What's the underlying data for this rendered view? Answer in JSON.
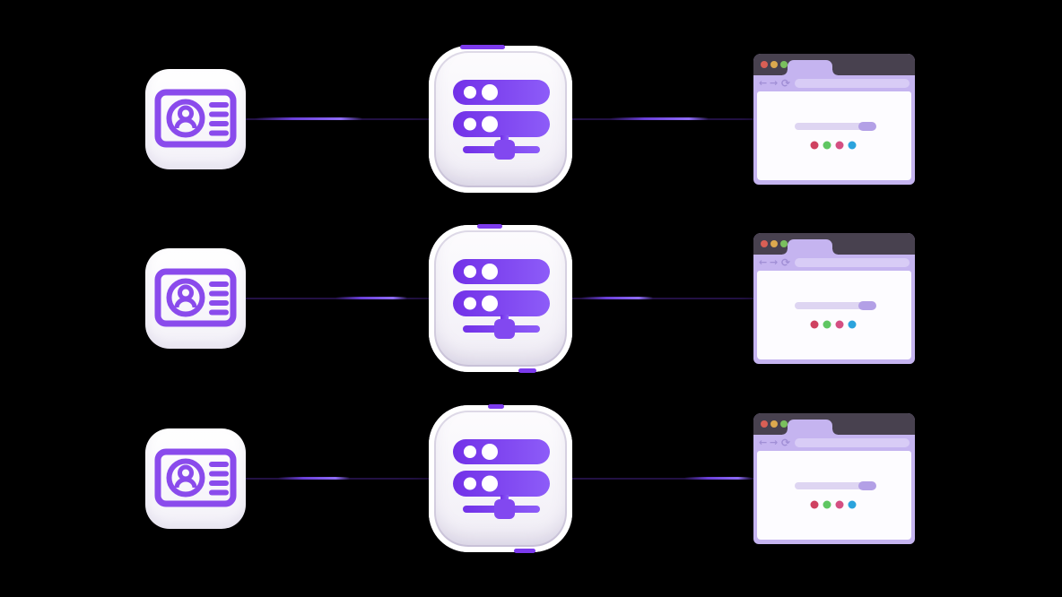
{
  "meta": {
    "description": "Three-row illustration: ID card tile connected to server tile connected to browser window, with purple data pulses on the links"
  },
  "colors": {
    "page_bg": "#000000",
    "tile_bg": "#ffffff",
    "card_stroke": "#8a4bec",
    "server_grad_start": "#7231e8",
    "server_grad_end": "#8d5cf8",
    "server_dot": "#ffffff",
    "accent_tick": "#7c3aed",
    "line_base": "#221144",
    "pulse_mid": "#6a3fd8",
    "pulse_bright": "#8f6cf8",
    "browser_frame": "#c5b4f0",
    "browser_titlebar": "#48414f",
    "browser_urlbar": "#d8ccf6",
    "browser_glyph": "#a18fd6",
    "content_bg": "#fdfcff",
    "progress_track": "#ded5f2",
    "progress_cap": "#b3a0e6"
  },
  "browser": {
    "back_glyph": "←",
    "forward_glyph": "→",
    "refresh_glyph": "⟳",
    "traffic_lights": [
      "#d95f55",
      "#dca94e",
      "#7abf5e"
    ],
    "content_dots": [
      "#cf4160",
      "#5fc662",
      "#d44f82",
      "#2ba3dd"
    ]
  },
  "icons": {
    "left": "id-card-icon",
    "middle": "server-icon",
    "right": "browser-window"
  },
  "rows": [
    {
      "id": "row-1"
    },
    {
      "id": "row-2"
    },
    {
      "id": "row-3"
    }
  ]
}
